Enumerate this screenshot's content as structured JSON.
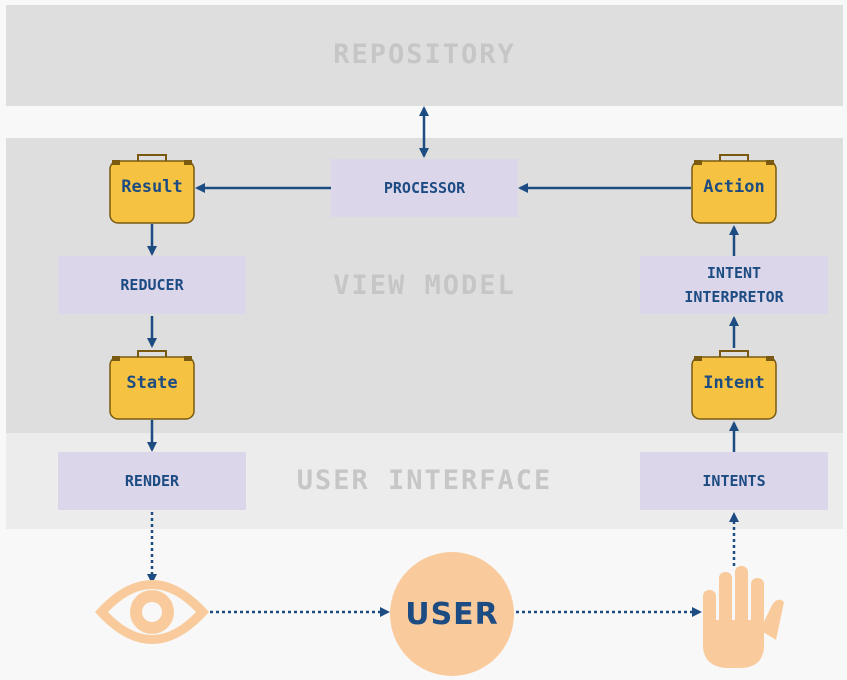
{
  "bands": {
    "repository": "REPOSITORY",
    "view_model": "VIEW MODEL",
    "user_interface": "USER INTERFACE"
  },
  "processes": {
    "processor": "PROCESSOR",
    "reducer": "REDUCER",
    "intent_interpretor": "INTENT INTERPRETOR",
    "render": "RENDER",
    "intents": "INTENTS"
  },
  "cases": {
    "result": "Result",
    "action": "Action",
    "state": "State",
    "intent": "Intent"
  },
  "user": "USER",
  "icons": {
    "eye": "eye-icon",
    "hand": "hand-icon",
    "case": "briefcase-icon"
  },
  "colors": {
    "arrow": "#1d4c82",
    "case_fill": "#f5c242",
    "process_fill": "#dcd6eb",
    "user_fill": "#f9cb9c",
    "band_label": "#c6c6c6"
  }
}
